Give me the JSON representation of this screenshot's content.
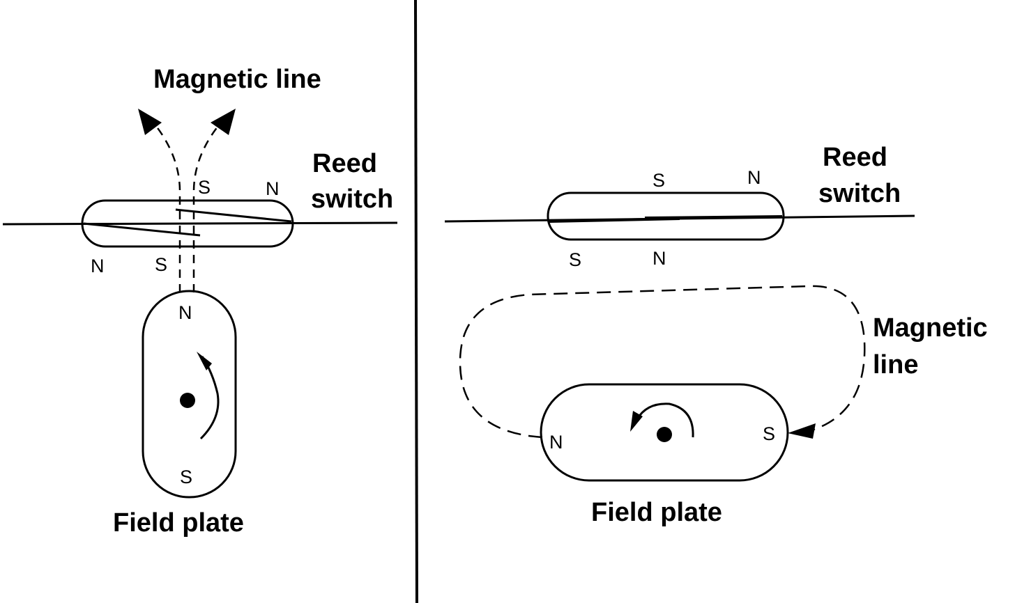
{
  "left_panel": {
    "magnetic_line": "Magnetic line",
    "reed_switch_line1": "Reed",
    "reed_switch_line2": "switch",
    "reed_poles": {
      "upper_left": "S",
      "upper_right": "N",
      "lower_left": "N",
      "lower_right": "S"
    },
    "plate_poles": {
      "top": "N",
      "bottom": "S"
    },
    "field_plate": "Field plate"
  },
  "right_panel": {
    "reed_switch_line1": "Reed",
    "reed_switch_line2": "switch",
    "reed_poles": {
      "upper_left": "S",
      "upper_right": "N",
      "lower_left": "S",
      "lower_right": "N"
    },
    "magnetic_line_line1": "Magnetic",
    "magnetic_line_line2": "line",
    "plate_poles": {
      "left": "N",
      "right": "S"
    },
    "field_plate": "Field plate"
  }
}
